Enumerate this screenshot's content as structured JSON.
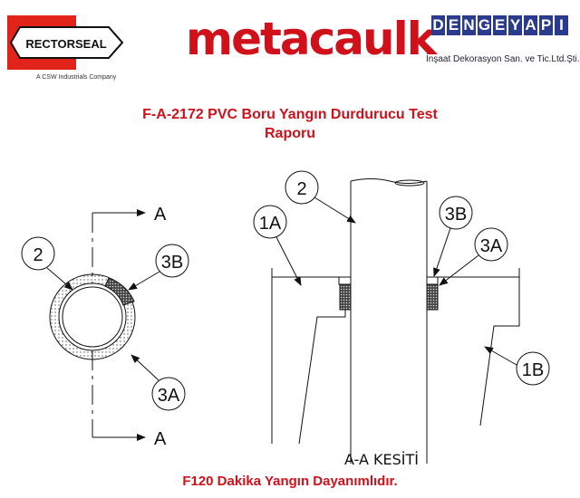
{
  "logos": {
    "rectorseal": "RECTORSEAL",
    "rectorseal_caption": "A CSW Industrials Company",
    "metacaulk": "metacaulk",
    "dengeyapi_letters": [
      "D",
      "E",
      "N",
      "G",
      "E",
      "Y",
      "A",
      "P",
      "I"
    ],
    "dengeyapi_subtitle": "İnşaat Dekorasyon San. ve Tic.Ltd.Şti."
  },
  "title_line1": "F-A-2172 PVC Boru Yangın Durdurucu Test",
  "title_line2": "Raporu",
  "drawing": {
    "labels": {
      "plan_2": "2",
      "plan_3B": "3B",
      "plan_3A": "3A",
      "section_A_top": "A",
      "section_A_bottom": "A",
      "sec_2": "2",
      "sec_1A": "1A",
      "sec_3B": "3B",
      "sec_3A": "3A",
      "sec_1B": "1B"
    },
    "section_title": "A-A KESİTİ"
  },
  "footer": "F120 Dakika Yangın Dayanımlıdır.",
  "colors": {
    "red": "#d0101a",
    "navy": "#2a3a8c"
  }
}
